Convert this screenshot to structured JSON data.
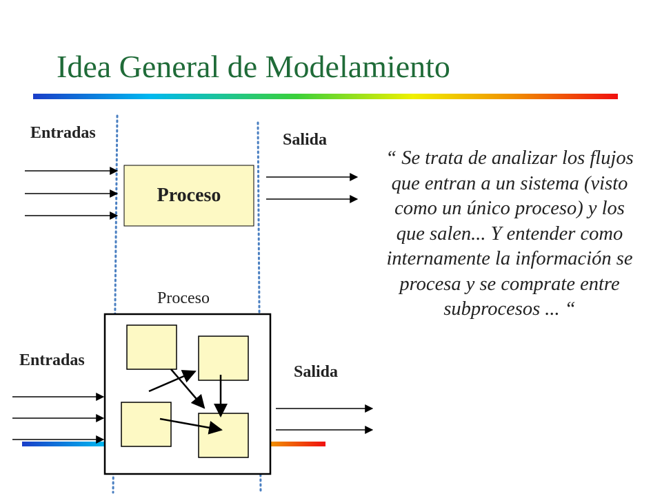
{
  "title": "Idea General de Modelamiento",
  "top": {
    "inputs_label": "Entradas",
    "output_label": "Salida",
    "process_label": "Proceso"
  },
  "bottom": {
    "inputs_label": "Entradas",
    "output_label": "Salida",
    "process_caption": "Proceso"
  },
  "quote": "“ Se trata de analizar los flujos que entran a un sistema (visto como un único proceso) y los que salen... Y entender como internamente la información se procesa y se comprate entre subprocesos ... “",
  "colors": {
    "title": "#1f6b38",
    "process_fill": "#fdf9c4",
    "dotted_line": "#4a7fc1",
    "gradient": [
      "#1a3ec8",
      "#00b8f0",
      "#3ad03a",
      "#f0f000",
      "#f09000",
      "#f01010"
    ]
  }
}
